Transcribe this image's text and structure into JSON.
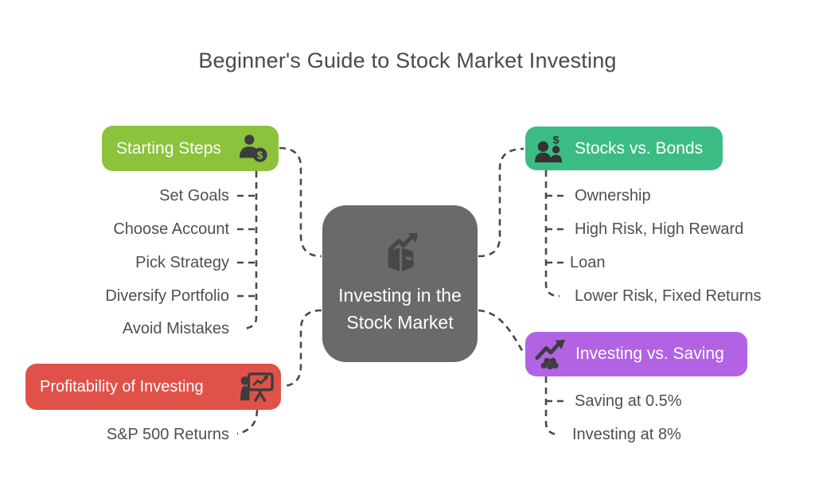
{
  "title": "Beginner's Guide to Stock Market Investing",
  "center": {
    "label": "Investing in the Stock Market",
    "icon": "box-growth-icon",
    "color": "#6a6a6a"
  },
  "branches": {
    "starting_steps": {
      "label": "Starting Steps",
      "color": "#8cc23c",
      "icon": "person-dollar-icon",
      "items": [
        "Set Goals",
        "Choose Account",
        "Pick Strategy",
        "Diversify Portfolio",
        "Avoid Mistakes"
      ]
    },
    "profitability": {
      "label": "Profitability of Investing",
      "color": "#e05149",
      "icon": "presentation-chart-icon",
      "items": [
        "S&P 500 Returns"
      ]
    },
    "stocks_vs_bonds": {
      "label": "Stocks vs. Bonds",
      "color": "#3bbc85",
      "icon": "people-dollar-icon",
      "items": [
        "Ownership",
        "High Risk, High Reward",
        "Loan",
        "Lower Risk, Fixed Returns"
      ]
    },
    "investing_vs_saving": {
      "label": "Investing vs. Saving",
      "color": "#b263e3",
      "icon": "growth-grapes-icon",
      "items": [
        "Saving at 0.5%",
        "Investing at 8%"
      ]
    }
  },
  "connector_color": "#4a4a4a",
  "text_color": "#4f4f4f"
}
